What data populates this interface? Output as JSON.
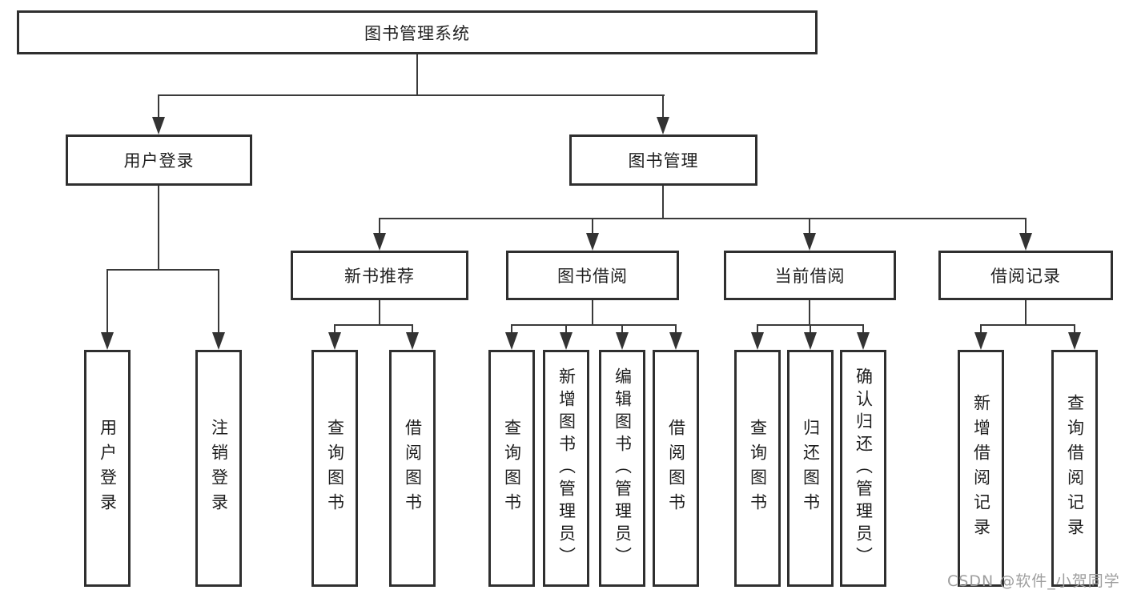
{
  "diagram": {
    "root": {
      "label": "图书管理系统"
    },
    "level2": [
      {
        "label": "用户登录"
      },
      {
        "label": "图书管理"
      }
    ],
    "level3": [
      {
        "label": "新书推荐"
      },
      {
        "label": "图书借阅"
      },
      {
        "label": "当前借阅"
      },
      {
        "label": "借阅记录"
      }
    ],
    "leaves": {
      "login": [
        {
          "label": "用户登录"
        },
        {
          "label": "注销登录"
        }
      ],
      "recommend": [
        {
          "label": "查询图书"
        },
        {
          "label": "借阅图书"
        }
      ],
      "borrow": [
        {
          "label": "查询图书"
        },
        {
          "label": "新增图书（管理员）"
        },
        {
          "label": "编辑图书（管理员）"
        },
        {
          "label": "借阅图书"
        }
      ],
      "current": [
        {
          "label": "查询图书"
        },
        {
          "label": "归还图书"
        },
        {
          "label": "确认归还（管理员）"
        }
      ],
      "records": [
        {
          "label": "新增借阅记录"
        },
        {
          "label": "查询借阅记录"
        }
      ]
    },
    "watermark": "CSDN @软件_小贺同学",
    "colors": {
      "line": "#3a3a3a",
      "box_border": "#2f2f2f",
      "text": "#1f1f1f",
      "watermark": "#9e9e9e",
      "background": "#ffffff"
    }
  }
}
